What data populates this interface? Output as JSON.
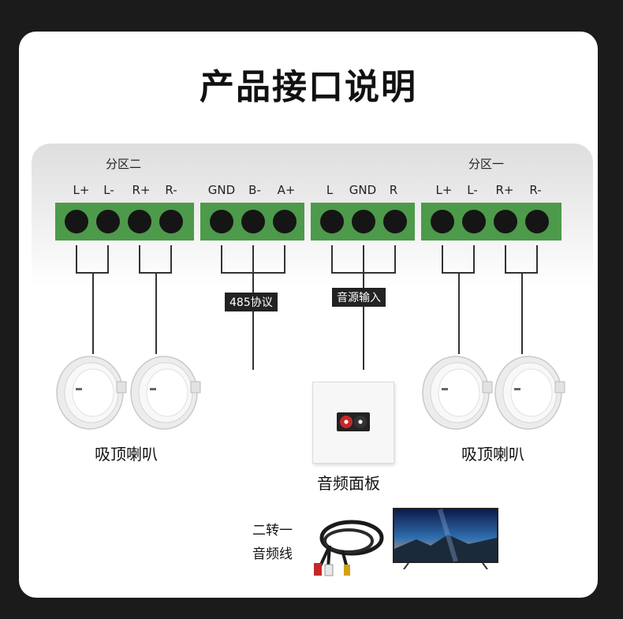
{
  "title": "产品接口说明",
  "zones": {
    "zone2": "分区二",
    "zone1": "分区一"
  },
  "terminals": {
    "left_speakers": [
      "L+",
      "L-",
      "R+",
      "R-"
    ],
    "rs485": [
      "GND",
      "B-",
      "A+"
    ],
    "audio": [
      "L",
      "GND",
      "R"
    ],
    "right_speakers": [
      "L+",
      "L-",
      "R+",
      "R-"
    ]
  },
  "tags": {
    "rs485": "485协议",
    "audio_in": "音源输入"
  },
  "captions": {
    "left_speakers": "吸顶喇叭",
    "right_speakers": "吸顶喇叭",
    "panel": "音频面板",
    "cable_line1": "二转一",
    "cable_line2": "音频线"
  },
  "colors": {
    "terminal_green": "#4d9a4b",
    "hole": "#151515",
    "background": "#1b1b1b",
    "card": "#ffffff"
  }
}
